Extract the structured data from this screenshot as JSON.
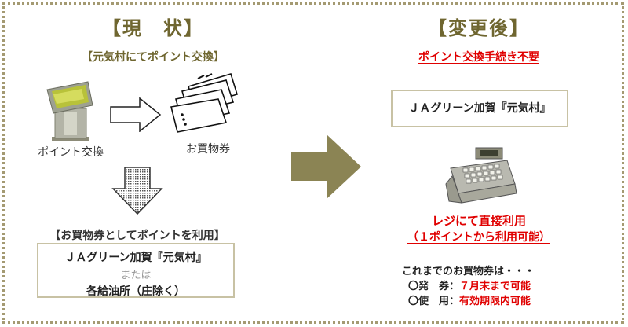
{
  "left": {
    "title": "【現　状】",
    "subtitle": "【元気村にてポイント交換】",
    "kiosk_label": "ポイント交換",
    "voucher_label": "お買物券",
    "use_heading": "【お買物券としてポイントを利用】",
    "use_box": {
      "line1": "ＪＡグリーン加賀『元気村』",
      "line2": "または",
      "line3": "各給油所（庄除く）"
    }
  },
  "right": {
    "title": "【変更後】",
    "subtitle": "ポイント交換手続き不要",
    "store_name": "ＪＡグリーン加賀『元気村』",
    "register_line1": "レジにて直接利用",
    "register_line2": "（１ポイントから利用可能）",
    "note_heading": "これまでのお買物券は・・・",
    "note_row1_label": "〇発　券：",
    "note_row1_value": "７月末まで可能",
    "note_row2_label": "〇使　用：",
    "note_row2_value": "有効期限内可能"
  },
  "colors": {
    "accent_olive": "#6f6630",
    "arrow_olive": "#8b8454",
    "highlight_red": "#e00000",
    "frame": "#a49a72"
  },
  "icons": [
    "kiosk-icon",
    "voucher-tickets-icon",
    "cash-register-icon"
  ]
}
